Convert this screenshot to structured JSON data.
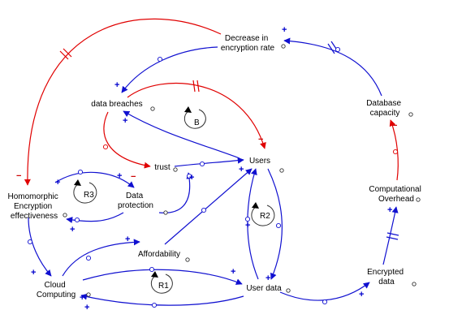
{
  "nodes": {
    "decrease_encryption": [
      "Decrease in",
      "encryption rate"
    ],
    "data_breaches": [
      "data breaches"
    ],
    "database_capacity": [
      "Database",
      "capacity"
    ],
    "trust": [
      "trust"
    ],
    "users": [
      "Users"
    ],
    "homomorphic": [
      "Homomorphic",
      "Encryption",
      "effectiveness"
    ],
    "data_protection": [
      "Data",
      "protection"
    ],
    "computational_overhead": [
      "Computational",
      "Overhead"
    ],
    "affordability": [
      "Affordability"
    ],
    "cloud_computing": [
      "Cloud",
      "Computing"
    ],
    "user_data": [
      "User data"
    ],
    "encrypted_data": [
      "Encrypted",
      "data"
    ]
  },
  "loops": {
    "b": "B",
    "r1": "R1",
    "r2": "R2",
    "r3": "R3"
  },
  "polarity": {
    "plus": "+",
    "minus": "−"
  },
  "colors": {
    "positive_link": "#1010d0",
    "negative_link": "#e00000"
  }
}
